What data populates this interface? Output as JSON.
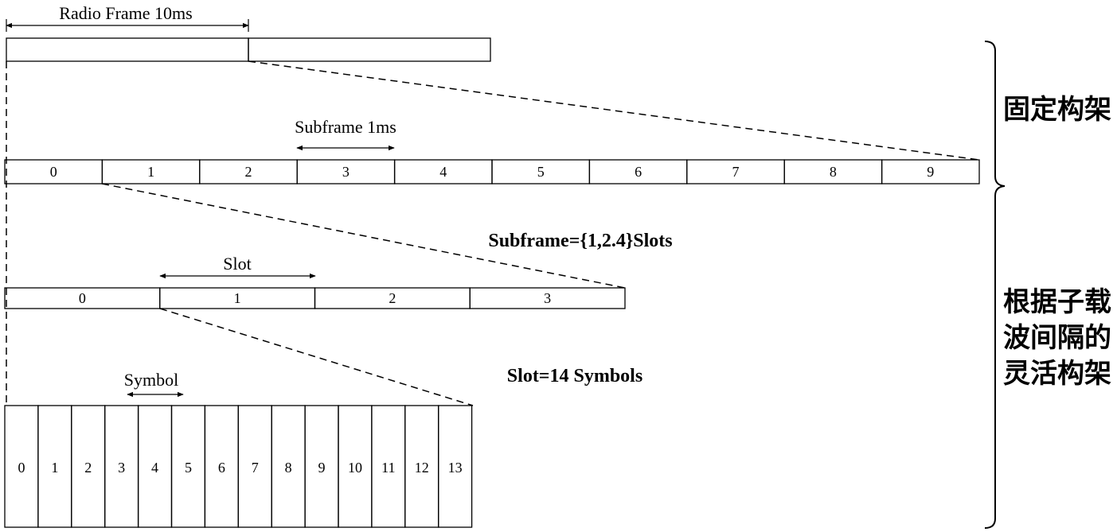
{
  "radio_frame": {
    "label": "Radio Frame 10ms",
    "halves": [
      "",
      ""
    ]
  },
  "subframes": {
    "label": "Subframe 1ms",
    "cells": [
      "0",
      "1",
      "2",
      "3",
      "4",
      "5",
      "6",
      "7",
      "8",
      "9"
    ]
  },
  "subframe_slots_caption": "Subframe={1,2.4}Slots",
  "slots": {
    "label": "Slot",
    "cells": [
      "0",
      "1",
      "2",
      "3"
    ]
  },
  "slot_symbols_caption": "Slot=14 Symbols",
  "symbols": {
    "label": "Symbol",
    "cells": [
      "0",
      "1",
      "2",
      "3",
      "4",
      "5",
      "6",
      "7",
      "8",
      "9",
      "10",
      "11",
      "12",
      "13"
    ]
  },
  "side_labels": {
    "fixed": [
      "固定构架"
    ],
    "flexible": [
      "根据子载",
      "波间隔的",
      "灵活构架"
    ]
  }
}
